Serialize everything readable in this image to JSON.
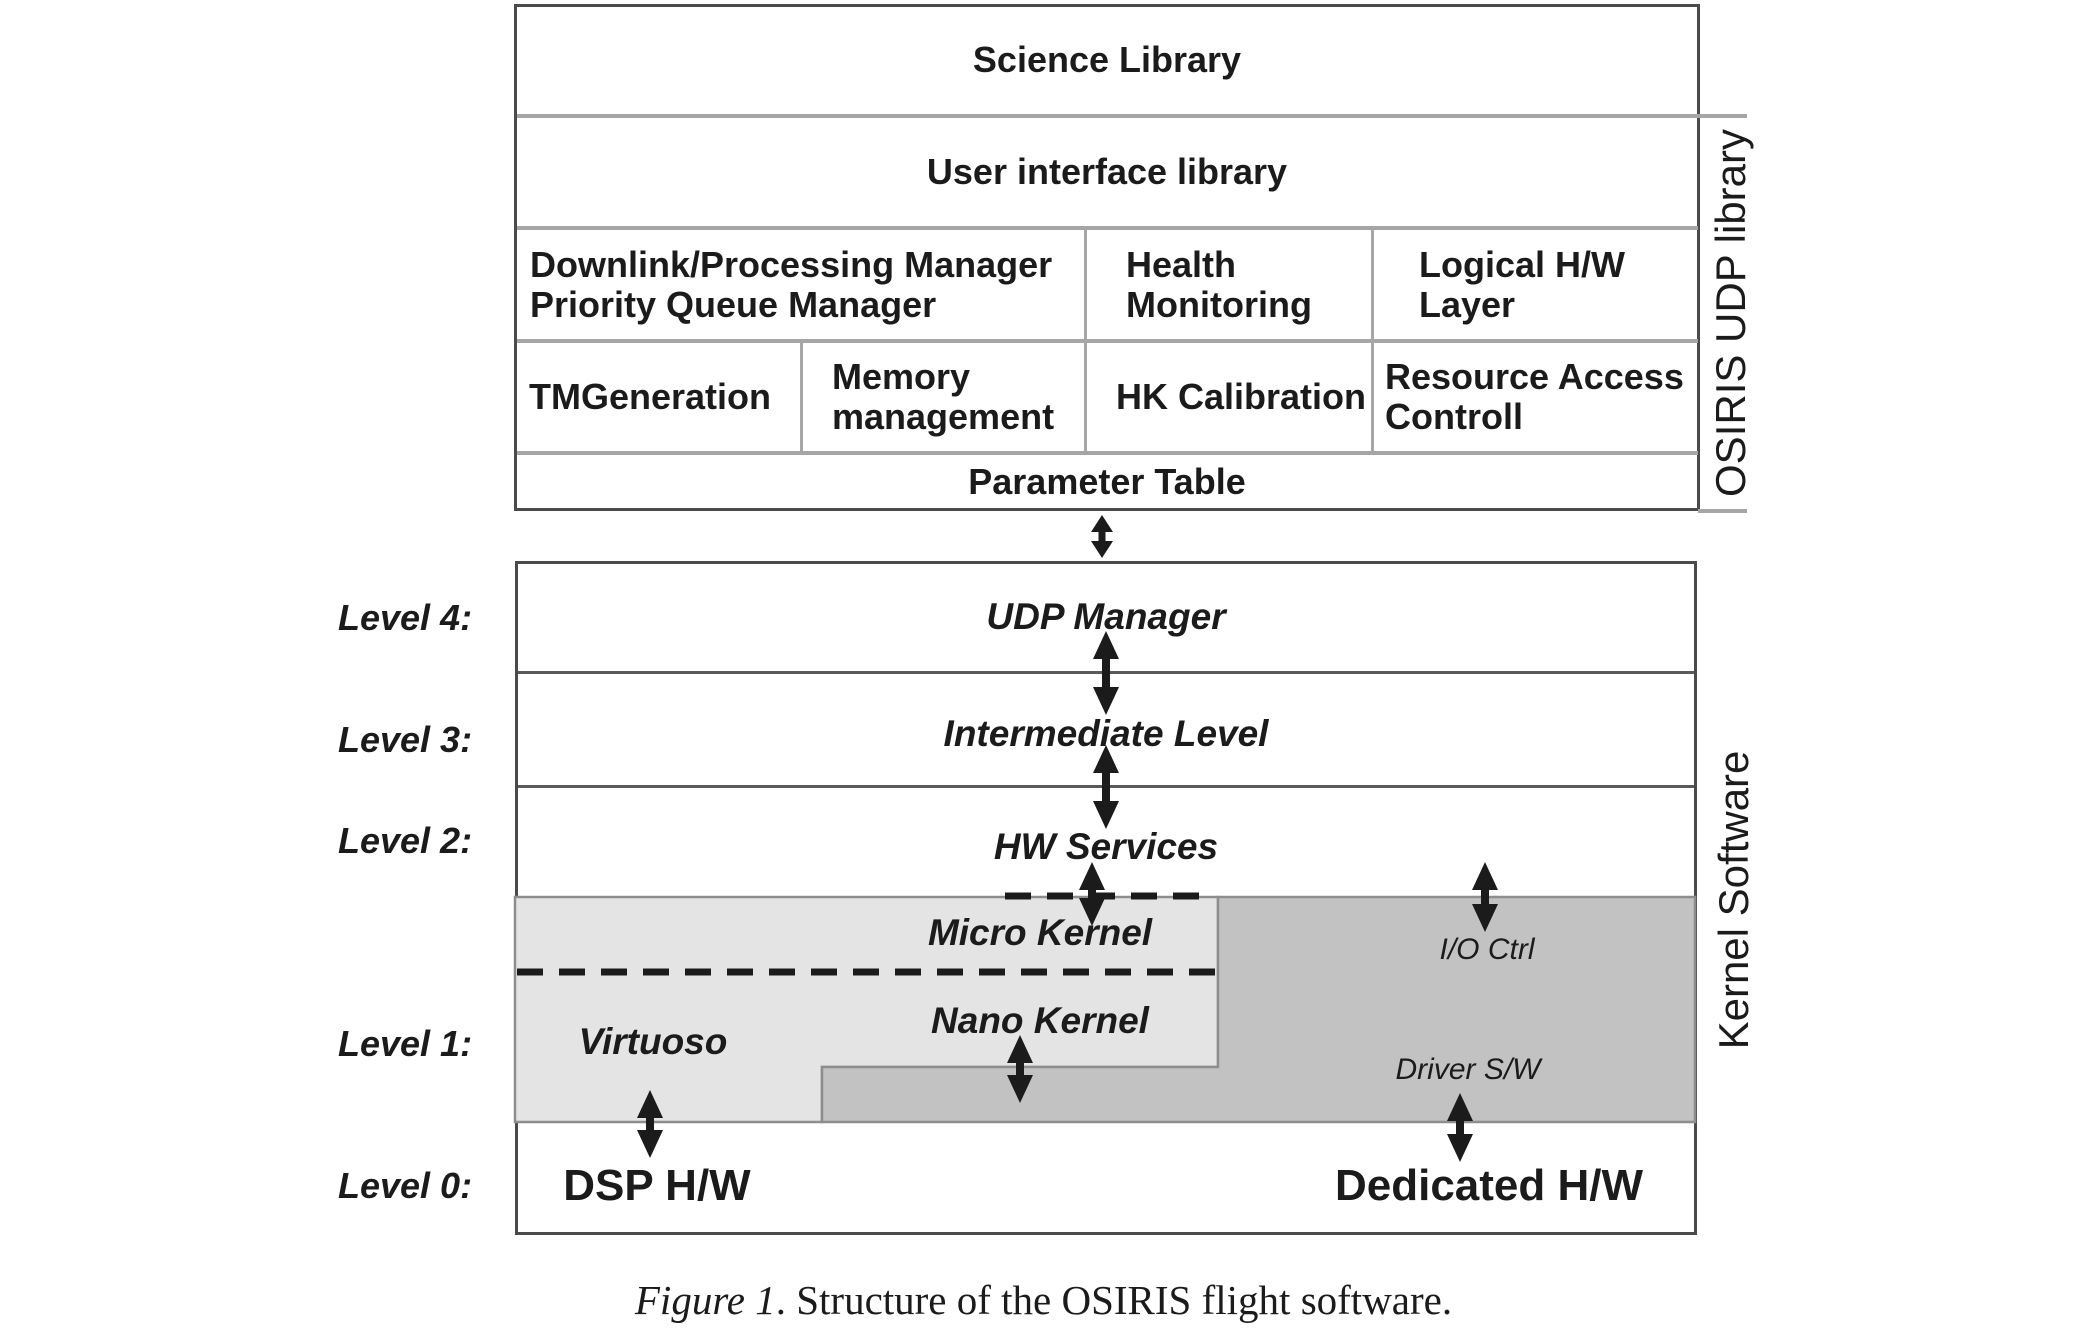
{
  "udp_library": {
    "bracket_label": "OSIRIS UDP library",
    "science_library": "Science Library",
    "user_interface_library": "User interface library",
    "downlink_line1": "Downlink/Processing Manager",
    "downlink_line2": "Priority Queue Manager",
    "health_line1": "Health",
    "health_line2": "Monitoring",
    "logical_line1": "Logical H/W",
    "logical_line2": "Layer",
    "tm_generation": "TMGeneration",
    "memory_line1": "Memory",
    "memory_line2": "management",
    "hk_calibration": "HK Calibration",
    "resource_line1": "Resource Access",
    "resource_line2": "Controll",
    "parameter_table": "Parameter Table"
  },
  "kernel_software": {
    "bracket_label": "Kernel Software",
    "levels": [
      {
        "label": "Level 4:",
        "component": "UDP Manager"
      },
      {
        "label": "Level 3:",
        "component": "Intermediate Level"
      },
      {
        "label": "Level 2:",
        "component": "HW Services"
      },
      {
        "label": "Level 1:",
        "component": ""
      },
      {
        "label": "Level 0:",
        "component": ""
      }
    ],
    "micro_kernel": "Micro Kernel",
    "nano_kernel": "Nano Kernel",
    "virtuoso": "Virtuoso",
    "io_ctrl": "I/O Ctrl",
    "driver_sw": "Driver S/W",
    "dsp_hw": "DSP H/W",
    "dedicated_hw": "Dedicated H/W"
  },
  "caption": {
    "figure_label": "Figure 1",
    "text": ". Structure of the OSIRIS flight software."
  },
  "colors": {
    "light_kernel_fill": "#e4e4e4",
    "dark_kernel_fill": "#c2c2c2",
    "outer_border": "#4a4a4a",
    "inner_divider": "#a6a6a6",
    "text": "#1b1b1b"
  }
}
